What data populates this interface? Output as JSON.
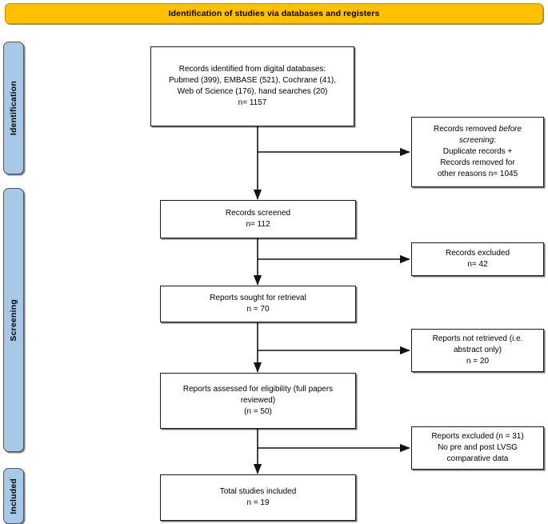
{
  "banner": {
    "title": "Identification of studies via databases and registers",
    "background_color": "#FFC000"
  },
  "phases": {
    "color": "#A8C8E8",
    "items": [
      {
        "id": "identification",
        "label": "Identification"
      },
      {
        "id": "screening",
        "label": "Screening"
      },
      {
        "id": "included",
        "label": "Included"
      }
    ]
  },
  "flow": {
    "main": [
      {
        "id": "identified",
        "text": "Records identified from digital databases:\nPubmed (399), EMBASE (521), Cochrane (41),\nWeb of Science (176), hand searches (20)\nn= 1157"
      },
      {
        "id": "screened",
        "text": "Records screened\nn= 112"
      },
      {
        "id": "sought",
        "text": "Reports sought for retrieval\nn = 70"
      },
      {
        "id": "assessed",
        "text": "Reports assessed for eligibility (full papers\nreviewed)\n(n = 50)"
      },
      {
        "id": "total",
        "text": "Total studies included\nn = 19"
      }
    ],
    "excluded": [
      {
        "id": "removed",
        "line1": "Records removed ",
        "italic1": "before",
        "line2": "screening",
        "line2_tail": ":",
        "rest": "Duplicate records +\nRecords removed for\nother reasons n= 1045"
      },
      {
        "id": "excluded",
        "text": "Records excluded\nn= 42"
      },
      {
        "id": "notretrieved",
        "text": "Reports not retrieved (i.e.\nabstract only)\nn = 20"
      },
      {
        "id": "repexcluded",
        "text": "Reports excluded (n = 31)\nNo pre and post LVSG\ncomparative data"
      }
    ]
  },
  "chart_data": {
    "type": "diagram",
    "title": "PRISMA flow diagram: Identification of studies via databases and registers",
    "stages": [
      {
        "phase": "Identification",
        "label": "Records identified from digital databases",
        "n": 1157,
        "sources": [
          {
            "name": "Pubmed",
            "count": 399
          },
          {
            "name": "EMBASE",
            "count": 521
          },
          {
            "name": "Cochrane",
            "count": 41
          },
          {
            "name": "Web of Science",
            "count": 176
          },
          {
            "name": "hand searches",
            "count": 20
          }
        ]
      },
      {
        "phase": "Identification",
        "label": "Records removed before screening: Duplicate records + Records removed for other reasons",
        "n": 1045,
        "excluded": true
      },
      {
        "phase": "Screening",
        "label": "Records screened",
        "n": 112
      },
      {
        "phase": "Screening",
        "label": "Records excluded",
        "n": 42,
        "excluded": true
      },
      {
        "phase": "Screening",
        "label": "Reports sought for retrieval",
        "n": 70
      },
      {
        "phase": "Screening",
        "label": "Reports not retrieved (i.e. abstract only)",
        "n": 20,
        "excluded": true
      },
      {
        "phase": "Screening",
        "label": "Reports assessed for eligibility (full papers reviewed)",
        "n": 50
      },
      {
        "phase": "Screening",
        "label": "Reports excluded: No pre and post LVSG comparative data",
        "n": 31,
        "excluded": true
      },
      {
        "phase": "Included",
        "label": "Total studies included",
        "n": 19
      }
    ]
  }
}
